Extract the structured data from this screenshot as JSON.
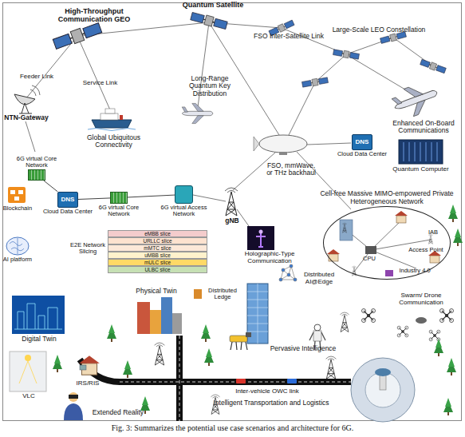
{
  "diagram": {
    "caption": "Fig. 3: Summarizes the potential use case scenarios and architecture for 6G.",
    "nodes": [
      {
        "text": [
          "6G virtual Core Network"
        ]
      },
      {
        "text": [
          "DNS",
          "Cloud Data Center"
        ]
      },
      {
        "text": [
          "6G virtual Core Network"
        ]
      },
      {
        "text": [
          "6G virtual Access Network"
        ]
      },
      {
        "text": [
          "DNS",
          "Cloud Data Center"
        ]
      },
      {
        "text": [
          "Cell-free Massive MIMO-empowered Private Heterogeneous Network"
        ]
      },
      {
        "text": [
          "eMBB slice"
        ]
      },
      {
        "text": [
          "URLLC slice"
        ]
      },
      {
        "text": [
          "mMTC slice"
        ]
      },
      {
        "text": [
          "uMBB slice"
        ]
      },
      {
        "text": [
          "mULC slice"
        ]
      },
      {
        "text": [
          "ULBC slice"
        ]
      }
    ],
    "edges": [
      {
        "from": 0,
        "to": 1,
        "arrow": "none"
      },
      {
        "from": 1,
        "to": 2,
        "arrow": "none"
      },
      {
        "from": 2,
        "to": 3,
        "arrow": "none"
      }
    ],
    "labels": [
      "High-Throughput Communication GEO",
      "Quantum Satellite",
      "FSO Inter-Satellite Link",
      "Large-Scale LEO Constellation",
      "Feeder Link",
      "Service Link",
      "Long-Range Quantum Key Distribution",
      "Enhanced On-Board Communications",
      "NTN-Gateway",
      "Global Ubiquitous Connectivity",
      "Blockchain",
      "AI platform",
      "FSO, mmWave, or THz backhaul",
      "Quantum Computer",
      "gNB",
      "E2E Network Slicing",
      "Holographic-Type Communication",
      "IAB",
      "CPU",
      "Access Point",
      "Industry 4.0",
      "Distributed AI@Edge",
      "Distributed Ledge",
      "Swarm/ Drone Communication",
      "Digital Twin",
      "Physical Twin",
      "Pervasive Intelligence",
      "VLC",
      "IRS/RIS",
      "Extended Reality",
      "Inter-vehicle OWC link",
      "Intelligent Transportation and Logistics"
    ]
  }
}
